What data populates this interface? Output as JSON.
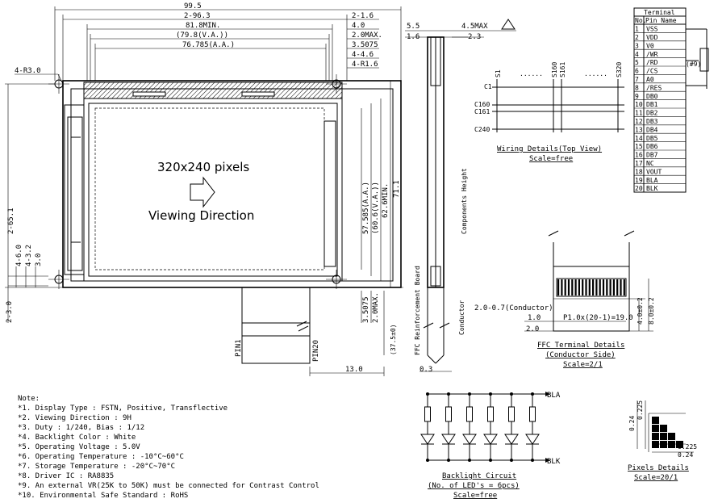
{
  "top_dims": {
    "d1": "99.5",
    "d2": "2-96.3",
    "d3": "81.8MIN.",
    "d4": "(79.8(V.A.))",
    "d5": "76.785(A.A.)",
    "d6": "2-1.6",
    "d7": "4.0",
    "d8": "2.0MAX.",
    "d9": "3.5075",
    "d10": "4-4.6",
    "d11": "4-R1.6",
    "d12": "4-R3.0"
  },
  "left_dims": {
    "l1": "2-65.1",
    "l2": "4-6.0",
    "l3": "4-3.2",
    "l4": "3.0",
    "l5": "2-3.0"
  },
  "right_dims": {
    "r1": "57.585(A.A.)",
    "r2": "(60.6(V.A.))",
    "r3": "62.6MIN.",
    "r4": "71.1",
    "r5": "3.5075",
    "r6": "2.0MAX.",
    "r7": "(37.5±0)",
    "r8": "13.0"
  },
  "screen": {
    "resolution": "320x240 pixels",
    "direction": "Viewing Direction"
  },
  "pins": {
    "pin1": "PIN1",
    "pin20": "PIN20"
  },
  "side": {
    "s1": "5.5",
    "s2": "1.6",
    "s3": "4.5MAX",
    "s4": "2.3",
    "components": "Components Height",
    "reinforce": "FFC Reinforcement Board",
    "conductor": "Conductor",
    "s5": "0.3"
  },
  "wiring": {
    "segs": [
      "S1",
      "S160",
      "S161",
      "S320"
    ],
    "coms": [
      "C1",
      "C160",
      "C161",
      "C240"
    ],
    "dots": "......",
    "title": "Wiring Details(Top View)",
    "scale": "Scale=free"
  },
  "terminal": {
    "title": "Terminal",
    "h_no": "No.",
    "h_pin": "Pin Name",
    "pins": [
      "VSS",
      "VDD",
      "V0",
      "/WR",
      "/RD",
      "/CS",
      "A0",
      "/RES",
      "DB0",
      "DB1",
      "DB2",
      "DB3",
      "DB4",
      "DB5",
      "DB6",
      "DB7",
      "NC",
      "VOUT",
      "BLA",
      "BLK"
    ],
    "vr": "(#9)"
  },
  "ffc": {
    "f1": "2.0-0.7(Conductor)",
    "f2": "1.0",
    "f3": "2.0",
    "f4": "P1.0x(20-1)=19.0",
    "f5": "4.0±0.2",
    "f6": "8.0±0.2",
    "title": "FFC Terminal Details",
    "sub": "(Conductor Side)",
    "scale": "Scale=2/1"
  },
  "notes": {
    "head": "Note:",
    "items": [
      "*1. Display Type : FSTN, Positive, Transflective",
      "*2. Viewing Direction : 9H",
      "*3. Duty : 1/240, Bias : 1/12",
      "*4. Backlight Color : White",
      "*5. Operating Voltage : 5.0V",
      "*6. Operating Temperature : -10°C~60°C",
      "*7. Storage Temperature : -20°C~70°C",
      "*8. Driver IC : RA8835",
      "*9. An external VR(25K to 50K) must be connected for Contrast Control",
      "*10. Environmental Safe Standard : RoHS"
    ]
  },
  "backlight": {
    "bla": "BLA",
    "blk": "BLK",
    "title": "Backlight Circuit",
    "sub": "(No. of LED's = 6pcs)",
    "scale": "Scale=free"
  },
  "pixels": {
    "p1": "0.24",
    "p2": "0.225",
    "p3": "0.225",
    "p4": "0.24",
    "title": "Pixels Details",
    "scale": "Scale=20/1"
  }
}
